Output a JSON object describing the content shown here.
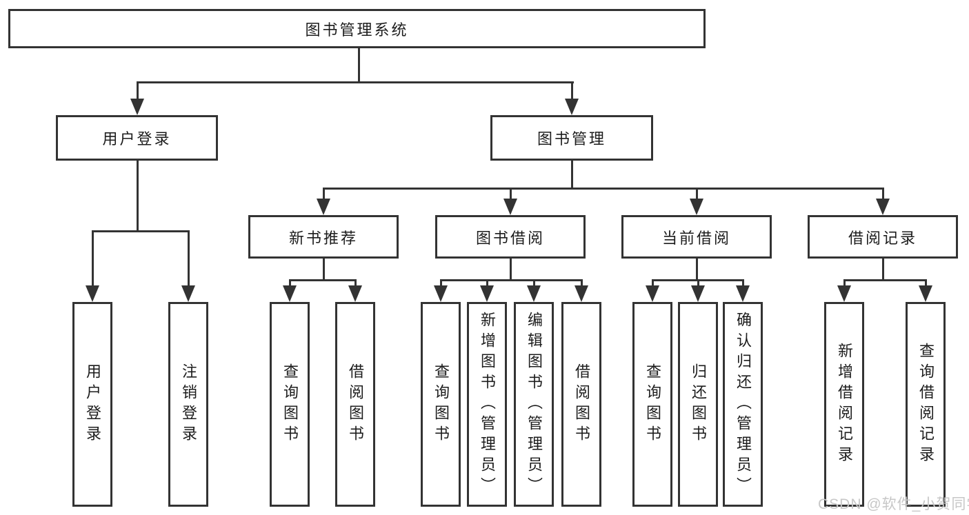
{
  "colors": {
    "line": "#333333",
    "text": "#1c1c1c",
    "box_background": "#ffffff",
    "watermark": "#c7c7c7"
  },
  "watermark": {
    "text": "CSDN @软件_小贺同学"
  },
  "tree": {
    "root": {
      "label": "图书管理系统"
    },
    "level2": [
      {
        "label": "用户登录",
        "leaves": [
          "用户登录",
          "注销登录"
        ]
      },
      {
        "label": "图书管理",
        "sections": [
          {
            "label": "新书推荐",
            "leaves": [
              "查询图书",
              "借阅图书"
            ]
          },
          {
            "label": "图书借阅",
            "leaves": [
              "查询图书",
              "新增图书（管理员）",
              "编辑图书（管理员）",
              "借阅图书"
            ]
          },
          {
            "label": "当前借阅",
            "leaves": [
              "查询图书",
              "归还图书",
              "确认归还（管理员）"
            ]
          },
          {
            "label": "借阅记录",
            "leaves": [
              "新增借阅记录",
              "查询借阅记录"
            ]
          }
        ]
      }
    ]
  }
}
